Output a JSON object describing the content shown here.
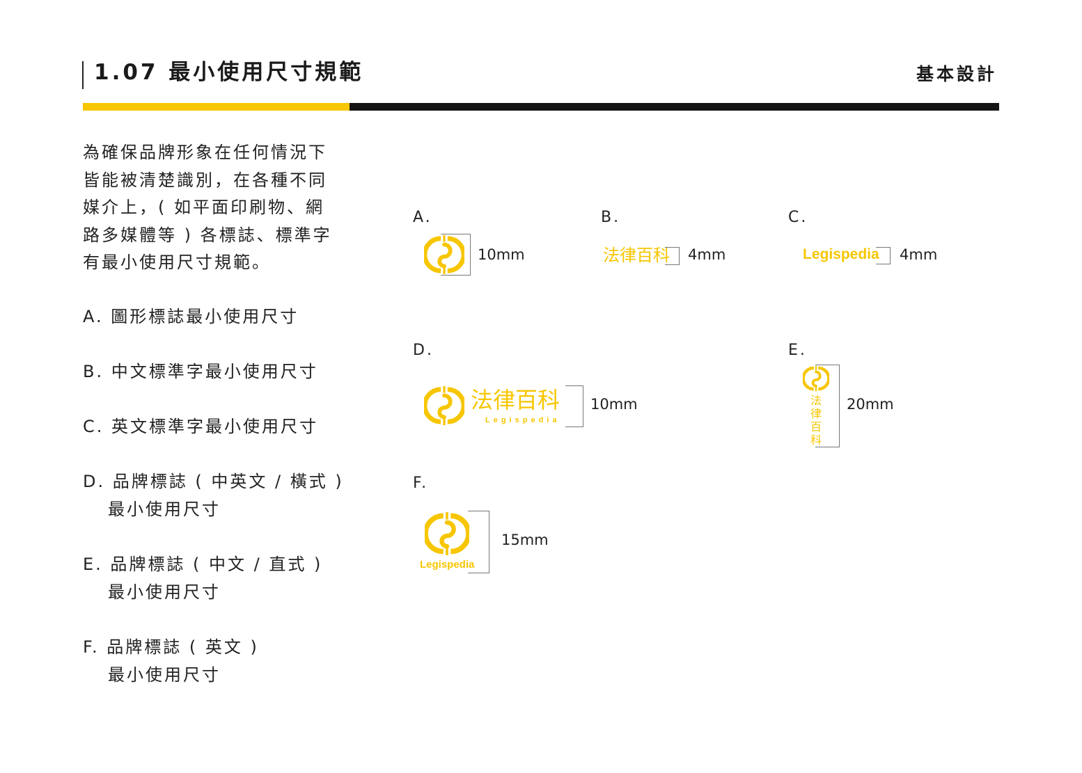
{
  "header": {
    "title": "1.07 最小使用尺寸規範",
    "section": "基本設計"
  },
  "intro": "為確保品牌形象在任何情況下皆能被清楚識別，在各種不同媒介上，( 如平面印刷物、網路多媒體等 ) 各標誌、標準字有最小使用尺寸規範。",
  "items": [
    {
      "line1": "A. 圖形標誌最小使用尺寸"
    },
    {
      "line1": "B. 中文標準字最小使用尺寸"
    },
    {
      "line1": "C. 英文標準字最小使用尺寸"
    },
    {
      "line1": "D. 品牌標誌 ( 中英文 / 橫式 )",
      "line2": "最小使用尺寸"
    },
    {
      "line1": "E. 品牌標誌 ( 中文 / 直式 )",
      "line2": "最小使用尺寸"
    },
    {
      "line1": "F. 品牌標誌 ( 英文 )",
      "line2": "最小使用尺寸"
    }
  ],
  "examples": {
    "a": {
      "label": "A.",
      "size": "10mm"
    },
    "b": {
      "label": "B.",
      "size": "4mm",
      "wordmark": "法律百科"
    },
    "c": {
      "label": "C.",
      "size": "4mm",
      "wordmark": "Legispedia"
    },
    "d": {
      "label": "D.",
      "size": "10mm",
      "wordmark": "法律百科",
      "sub": "Legispedia"
    },
    "e": {
      "label": "E.",
      "size": "20mm",
      "c1": "法",
      "c2": "律",
      "c3": "百",
      "c4": "科"
    },
    "f": {
      "label": "F.",
      "size": "15mm",
      "wordmark": "Legispedia"
    }
  },
  "colors": {
    "brand": "#f7c600",
    "dark": "#141414"
  }
}
